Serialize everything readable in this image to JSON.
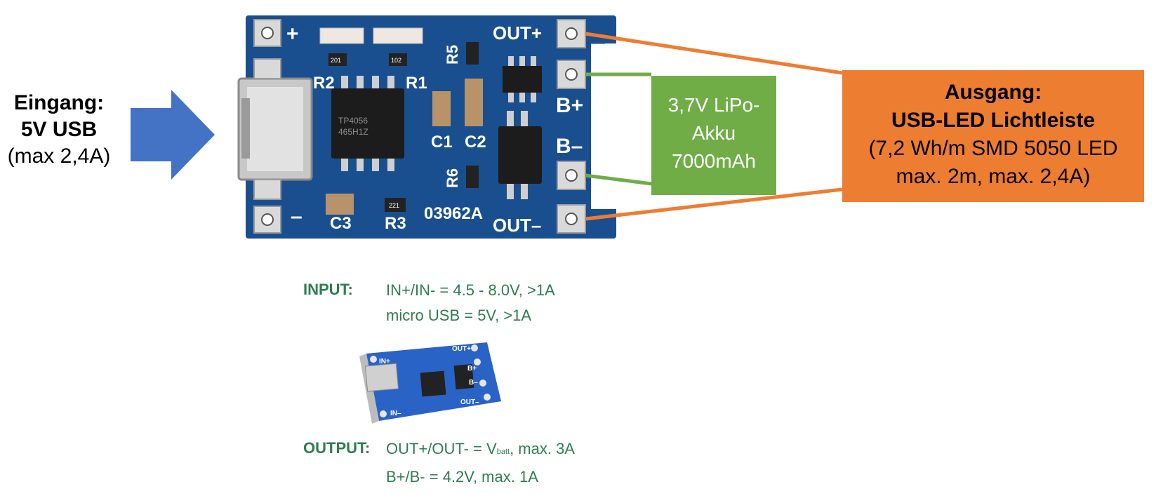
{
  "eingang": {
    "title": "Eingang:",
    "value": "5V USB",
    "note": "(max 2,4A)"
  },
  "board": {
    "labels": {
      "plus": "+",
      "minus": "–",
      "out_plus": "OUT+",
      "out_minus": "OUT–",
      "b_plus": "B+",
      "b_minus": "B–",
      "r1": "R1",
      "r2": "R2",
      "r3": "R3",
      "r5": "R5",
      "r6": "R6",
      "c1": "C1",
      "c2": "C2",
      "c3": "C3",
      "code": "03962A",
      "chip": "TP4056",
      "chip_sub": "465H1Z",
      "smd_1": "201",
      "smd_2": "102",
      "smd_3": "221"
    }
  },
  "akku": {
    "line1": "3,7V LiPo-",
    "line2": "Akku",
    "line3": "7000mAh"
  },
  "ausgang": {
    "title": "Ausgang:",
    "name": "USB-LED Lichtleiste",
    "spec1": "(7,2 Wh/m SMD 5050 LED",
    "spec2": "max. 2m, max. 2,4A)"
  },
  "input": {
    "label": "INPUT:",
    "line1": "IN+/IN- = 4.5 - 8.0V, >1A",
    "line2": "micro USB = 5V, >1A"
  },
  "small_board": {
    "labels": {
      "in_plus": "IN+",
      "in_minus": "IN–",
      "out_plus": "OUT+",
      "out_minus": "OUT–",
      "b_plus": "B+",
      "b_minus": "B–"
    }
  },
  "output": {
    "label": "OUTPUT:",
    "line1_a": "OUT+/OUT- = V",
    "line1_sub": "batt",
    "line1_b": ", max. 3A",
    "line2": "B+/B- = 4.2V, max. 1A"
  },
  "colors": {
    "arrow": "#4472c4",
    "board": "#1a4f8f",
    "akku": "#70ad47",
    "ausgang": "#ed7d31",
    "spec_text": "#2e7d4f"
  }
}
